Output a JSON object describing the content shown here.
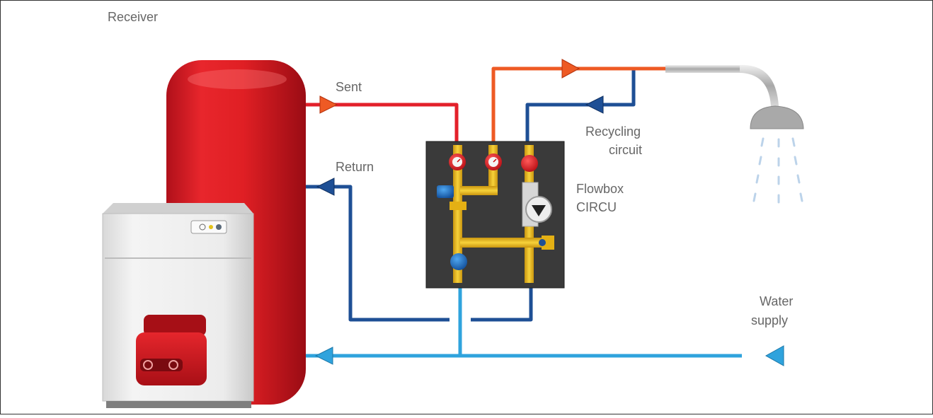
{
  "labels": {
    "receiver": "Receiver",
    "sent": "Sent",
    "return": "Return",
    "recycling_line1": "Recycling",
    "recycling_line2": "circuit",
    "flowbox_line1": "Flowbox",
    "flowbox_line2": "CIRCU",
    "water_line1": "Water",
    "water_line2": "supply"
  },
  "colors": {
    "hot": "#e3202a",
    "hot_out": "#ee5a24",
    "return": "#1e4f95",
    "cold": "#2fa3dd",
    "tank": "#e01f24",
    "module_bg": "#3a3a3a",
    "brass": "#f2c21a",
    "label_text": "#666666"
  },
  "icons": [
    "hot-water-tank",
    "boiler",
    "burner-icon",
    "shower-head-icon",
    "circulation-pump-icon",
    "thermometer-icon",
    "valve-icon",
    "flow-arrow-icon"
  ]
}
